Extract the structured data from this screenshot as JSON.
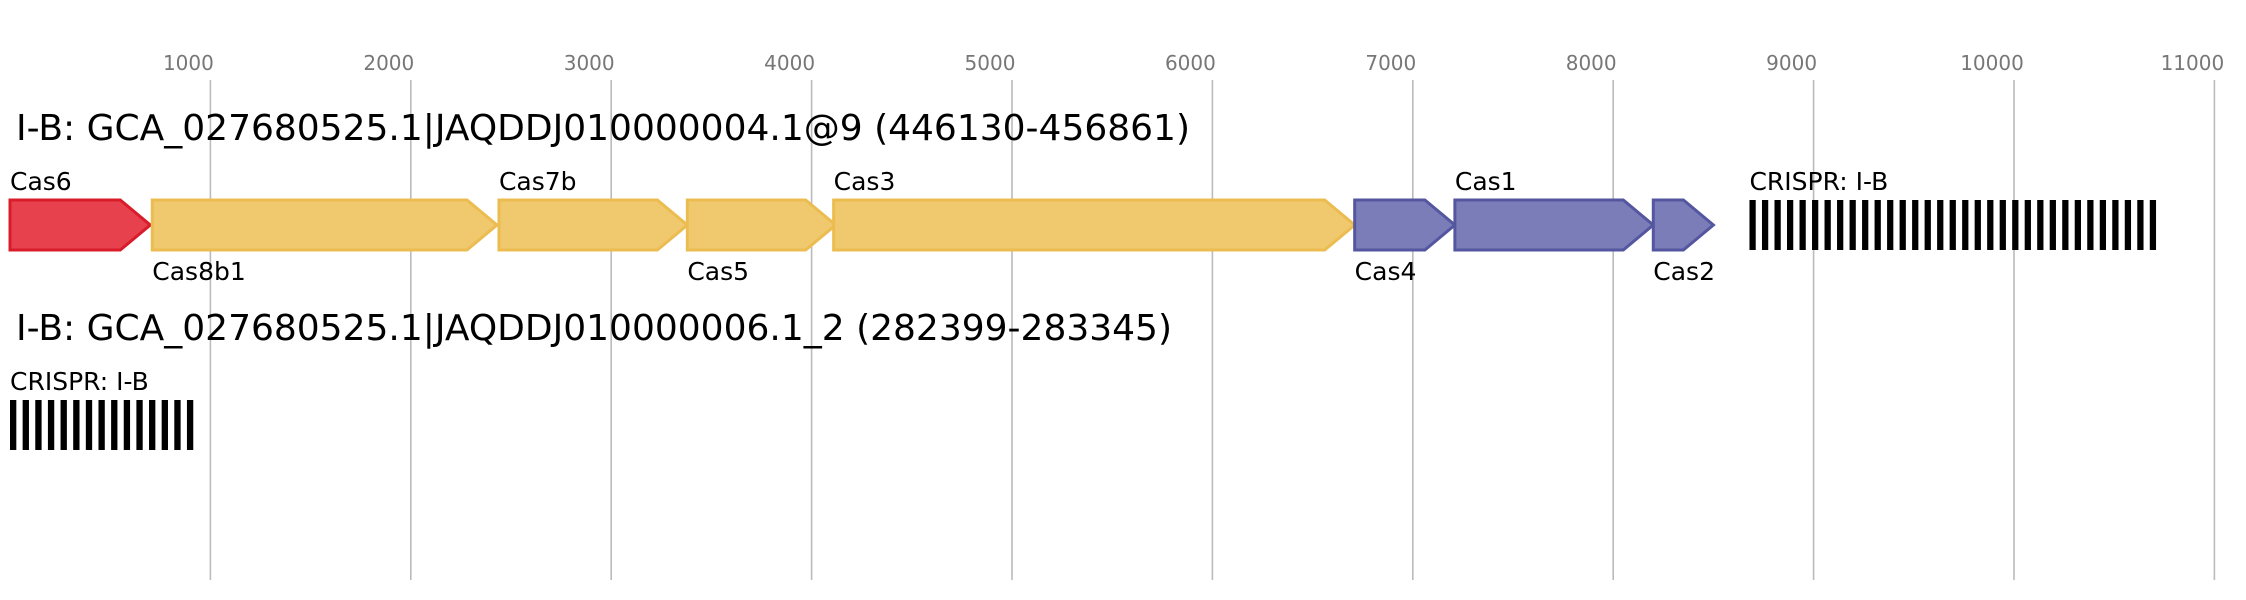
{
  "axis": {
    "ticks": [
      1000,
      2000,
      3000,
      4000,
      5000,
      6000,
      7000,
      8000,
      9000,
      10000,
      11000
    ],
    "tick_labels": [
      "1000",
      "2000",
      "3000",
      "4000",
      "5000",
      "6000",
      "7000",
      "8000",
      "9000",
      "10000",
      "11000"
    ],
    "range": [
      0,
      11000
    ]
  },
  "loci": [
    {
      "title": "I-B: GCA_027680525.1|JAQDDJ010000004.1@9 (446130-456861)",
      "features": [
        {
          "type": "gene",
          "label": "Cas6",
          "start": 0,
          "end": 700,
          "strand": "+",
          "family": "cas6",
          "label_pos": "above"
        },
        {
          "type": "gene",
          "label": "Cas8b1",
          "start": 710,
          "end": 2430,
          "strand": "+",
          "family": "effector",
          "label_pos": "below"
        },
        {
          "type": "gene",
          "label": "Cas7b",
          "start": 2440,
          "end": 3380,
          "strand": "+",
          "family": "effector",
          "label_pos": "above"
        },
        {
          "type": "gene",
          "label": "Cas5",
          "start": 3380,
          "end": 4120,
          "strand": "+",
          "family": "effector",
          "label_pos": "below"
        },
        {
          "type": "gene",
          "label": "Cas3",
          "start": 4110,
          "end": 6710,
          "strand": "+",
          "family": "effector",
          "label_pos": "above"
        },
        {
          "type": "gene",
          "label": "Cas4",
          "start": 6710,
          "end": 7210,
          "strand": "+",
          "family": "adaptation",
          "label_pos": "below"
        },
        {
          "type": "gene",
          "label": "Cas1",
          "start": 7210,
          "end": 8200,
          "strand": "+",
          "family": "adaptation",
          "label_pos": "above"
        },
        {
          "type": "gene",
          "label": "Cas2",
          "start": 8200,
          "end": 8500,
          "strand": "+",
          "family": "adaptation",
          "label_pos": "below"
        },
        {
          "type": "crispr",
          "label": "CRISPR: I-B",
          "start": 8680,
          "end": 10740,
          "repeats": 33,
          "label_pos": "above"
        }
      ]
    },
    {
      "title": "I-B: GCA_027680525.1|JAQDDJ010000006.1_2 (282399-283345)",
      "features": [
        {
          "type": "crispr",
          "label": "CRISPR: I-B",
          "start": 0,
          "end": 946,
          "repeats": 15,
          "label_pos": "above"
        }
      ]
    }
  ],
  "colors": {
    "cas6": {
      "fill": "#e8414e",
      "stroke": "#d81c2a"
    },
    "effector": {
      "fill": "#f0c96e",
      "stroke": "#ebbc4f"
    },
    "adaptation": {
      "fill": "#7b7db8",
      "stroke": "#5456a0"
    },
    "crispr": "#000000",
    "grid": "#bbbbbb",
    "tick_text": "#777777"
  }
}
